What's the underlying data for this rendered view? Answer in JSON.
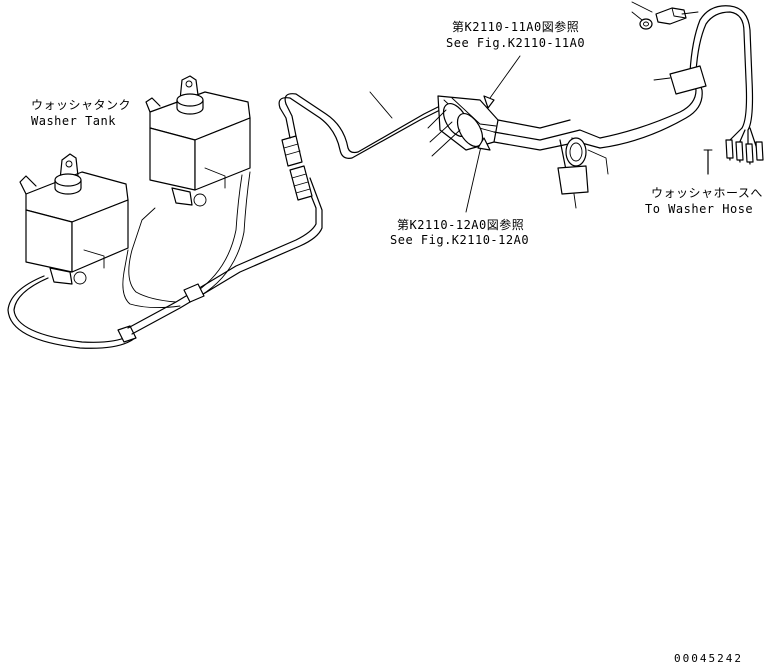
{
  "labels": {
    "washer_tank_jp": "ウォッシャタンク",
    "washer_tank_en": "Washer Tank",
    "ref_top_jp": "第K2110-11A0図参照",
    "ref_top_en": "See Fig.K2110-11A0",
    "ref_mid_jp": "第K2110-12A0図参照",
    "ref_mid_en": "See Fig.K2110-12A0",
    "hose_jp": "ウォッシャホースへ",
    "hose_en": "To Washer Hose",
    "part_number": "00045242"
  }
}
